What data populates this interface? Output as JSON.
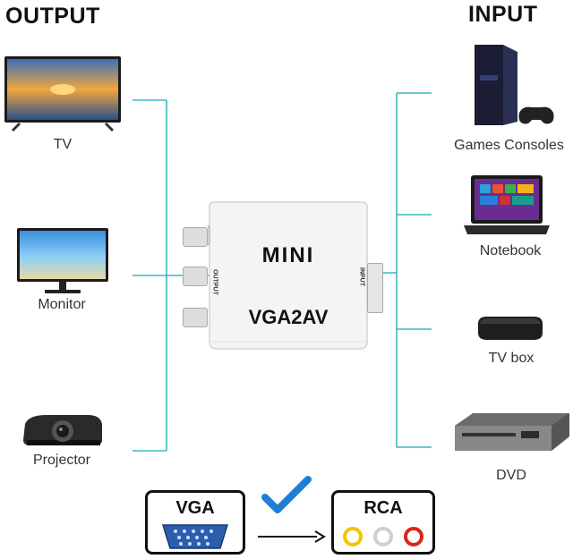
{
  "headings": {
    "output": "OUTPUT",
    "input": "INPUT"
  },
  "outputs": [
    {
      "label": "TV"
    },
    {
      "label": "Monitor"
    },
    {
      "label": "Projector"
    }
  ],
  "inputs": [
    {
      "label": "Games Consoles"
    },
    {
      "label": "Notebook"
    },
    {
      "label": "TV box"
    },
    {
      "label": "DVD"
    }
  ],
  "device": {
    "brand": "MINI",
    "model": "VGA2AV",
    "port_left": "OUTPUT",
    "port_right": "INPUT"
  },
  "conversion": {
    "from": "VGA",
    "to": "RCA"
  },
  "colors": {
    "connector_line": "#3fb6bf",
    "check": "#1f7fd6",
    "vga_blue": "#2b5fae"
  }
}
